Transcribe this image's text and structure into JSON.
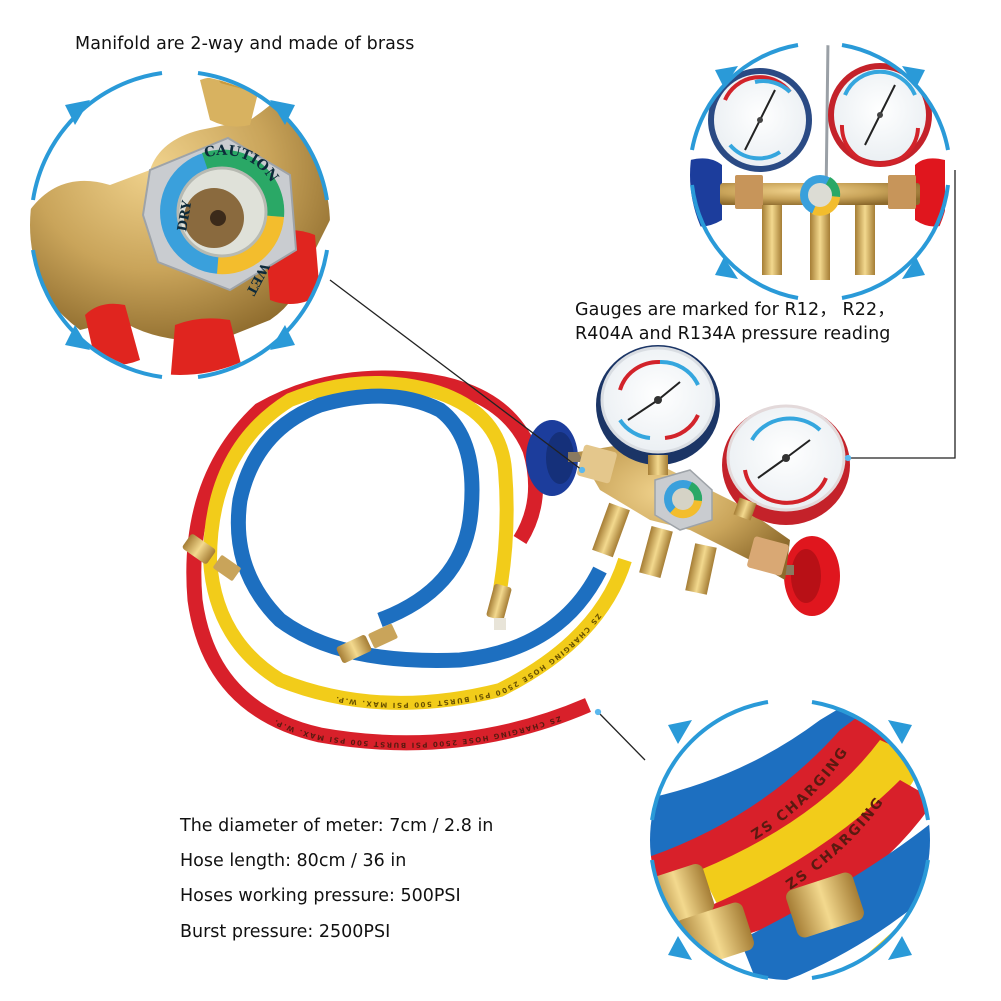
{
  "captions": {
    "manifold": "Manifold are 2-way and made of brass",
    "gauges_line1": "Gauges are marked for R12，  R22，",
    "gauges_line2": "R404A and R134A pressure reading"
  },
  "specs": [
    {
      "label": "The diameter of meter: 7cm / 2.8 in"
    },
    {
      "label": "Hose length: 80cm / 36 in"
    },
    {
      "label": "Hoses working pressure: 500PSI"
    },
    {
      "label": "Burst pressure: 2500PSI"
    }
  ],
  "sight_glass": {
    "labels": {
      "caution": "CAUTION",
      "dry": "DRY",
      "wet": "WET"
    },
    "colors": {
      "caution": "#2aa866",
      "dry": "#3aa0dc",
      "wet": "#f3bd2d"
    }
  },
  "hose_print": {
    "full": "ZS CHARGING HOSE 2500 PSI BURST 500 PSI MAX. W.P.",
    "short": "ZS CHARGING"
  },
  "colors": {
    "accent_ring": "#2a9ad8",
    "hose_red": "#d8202a",
    "hose_yellow": "#f2cc1a",
    "hose_blue": "#1d6fc0",
    "brass": "#c9a45a",
    "knob_blue": "#1c3d9c",
    "knob_red": "#e0161e"
  },
  "gauges": {
    "low": {
      "name": "low-pressure-gauge",
      "rim": "#1b3566"
    },
    "high": {
      "name": "high-pressure-gauge",
      "rim": "#c4222a"
    }
  }
}
